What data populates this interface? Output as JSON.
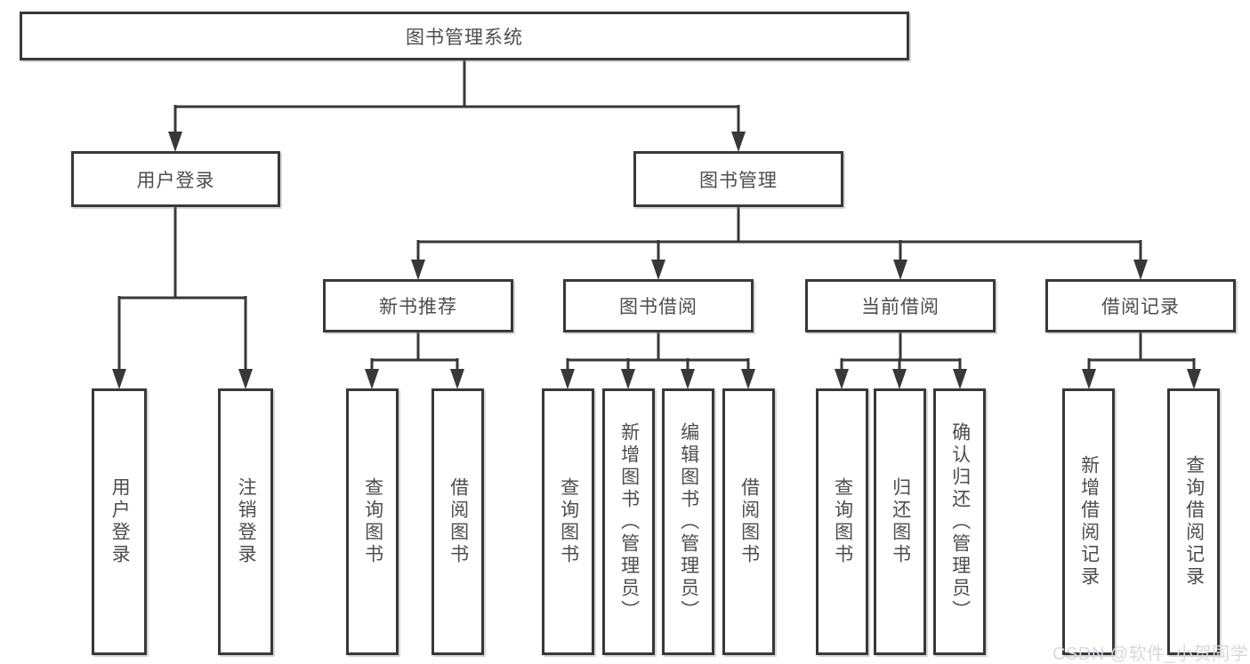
{
  "title": "图书管理系统",
  "tree": {
    "label": "图书管理系统",
    "children": [
      {
        "label": "用户登录",
        "children": [
          {
            "label": "用户登录"
          },
          {
            "label": "注销登录"
          }
        ]
      },
      {
        "label": "图书管理",
        "children": [
          {
            "label": "新书推荐",
            "children": [
              {
                "label": "查询图书"
              },
              {
                "label": "借阅图书"
              }
            ]
          },
          {
            "label": "图书借阅",
            "children": [
              {
                "label": "查询图书"
              },
              {
                "label": "新增图书（管理员）"
              },
              {
                "label": "编辑图书（管理员）"
              },
              {
                "label": "借阅图书"
              }
            ]
          },
          {
            "label": "当前借阅",
            "children": [
              {
                "label": "查询图书"
              },
              {
                "label": "归还图书"
              },
              {
                "label": "确认归还（管理员）"
              }
            ]
          },
          {
            "label": "借阅记录",
            "children": [
              {
                "label": "新增借阅记录"
              },
              {
                "label": "查询借阅记录"
              }
            ]
          }
        ]
      }
    ]
  },
  "watermark": {
    "text": "CSDN @软件_小贺同学"
  },
  "colors": {
    "line": "#383838",
    "text": "#4d4d4d",
    "background": "#ffffff",
    "watermark": "#d9d7de"
  }
}
